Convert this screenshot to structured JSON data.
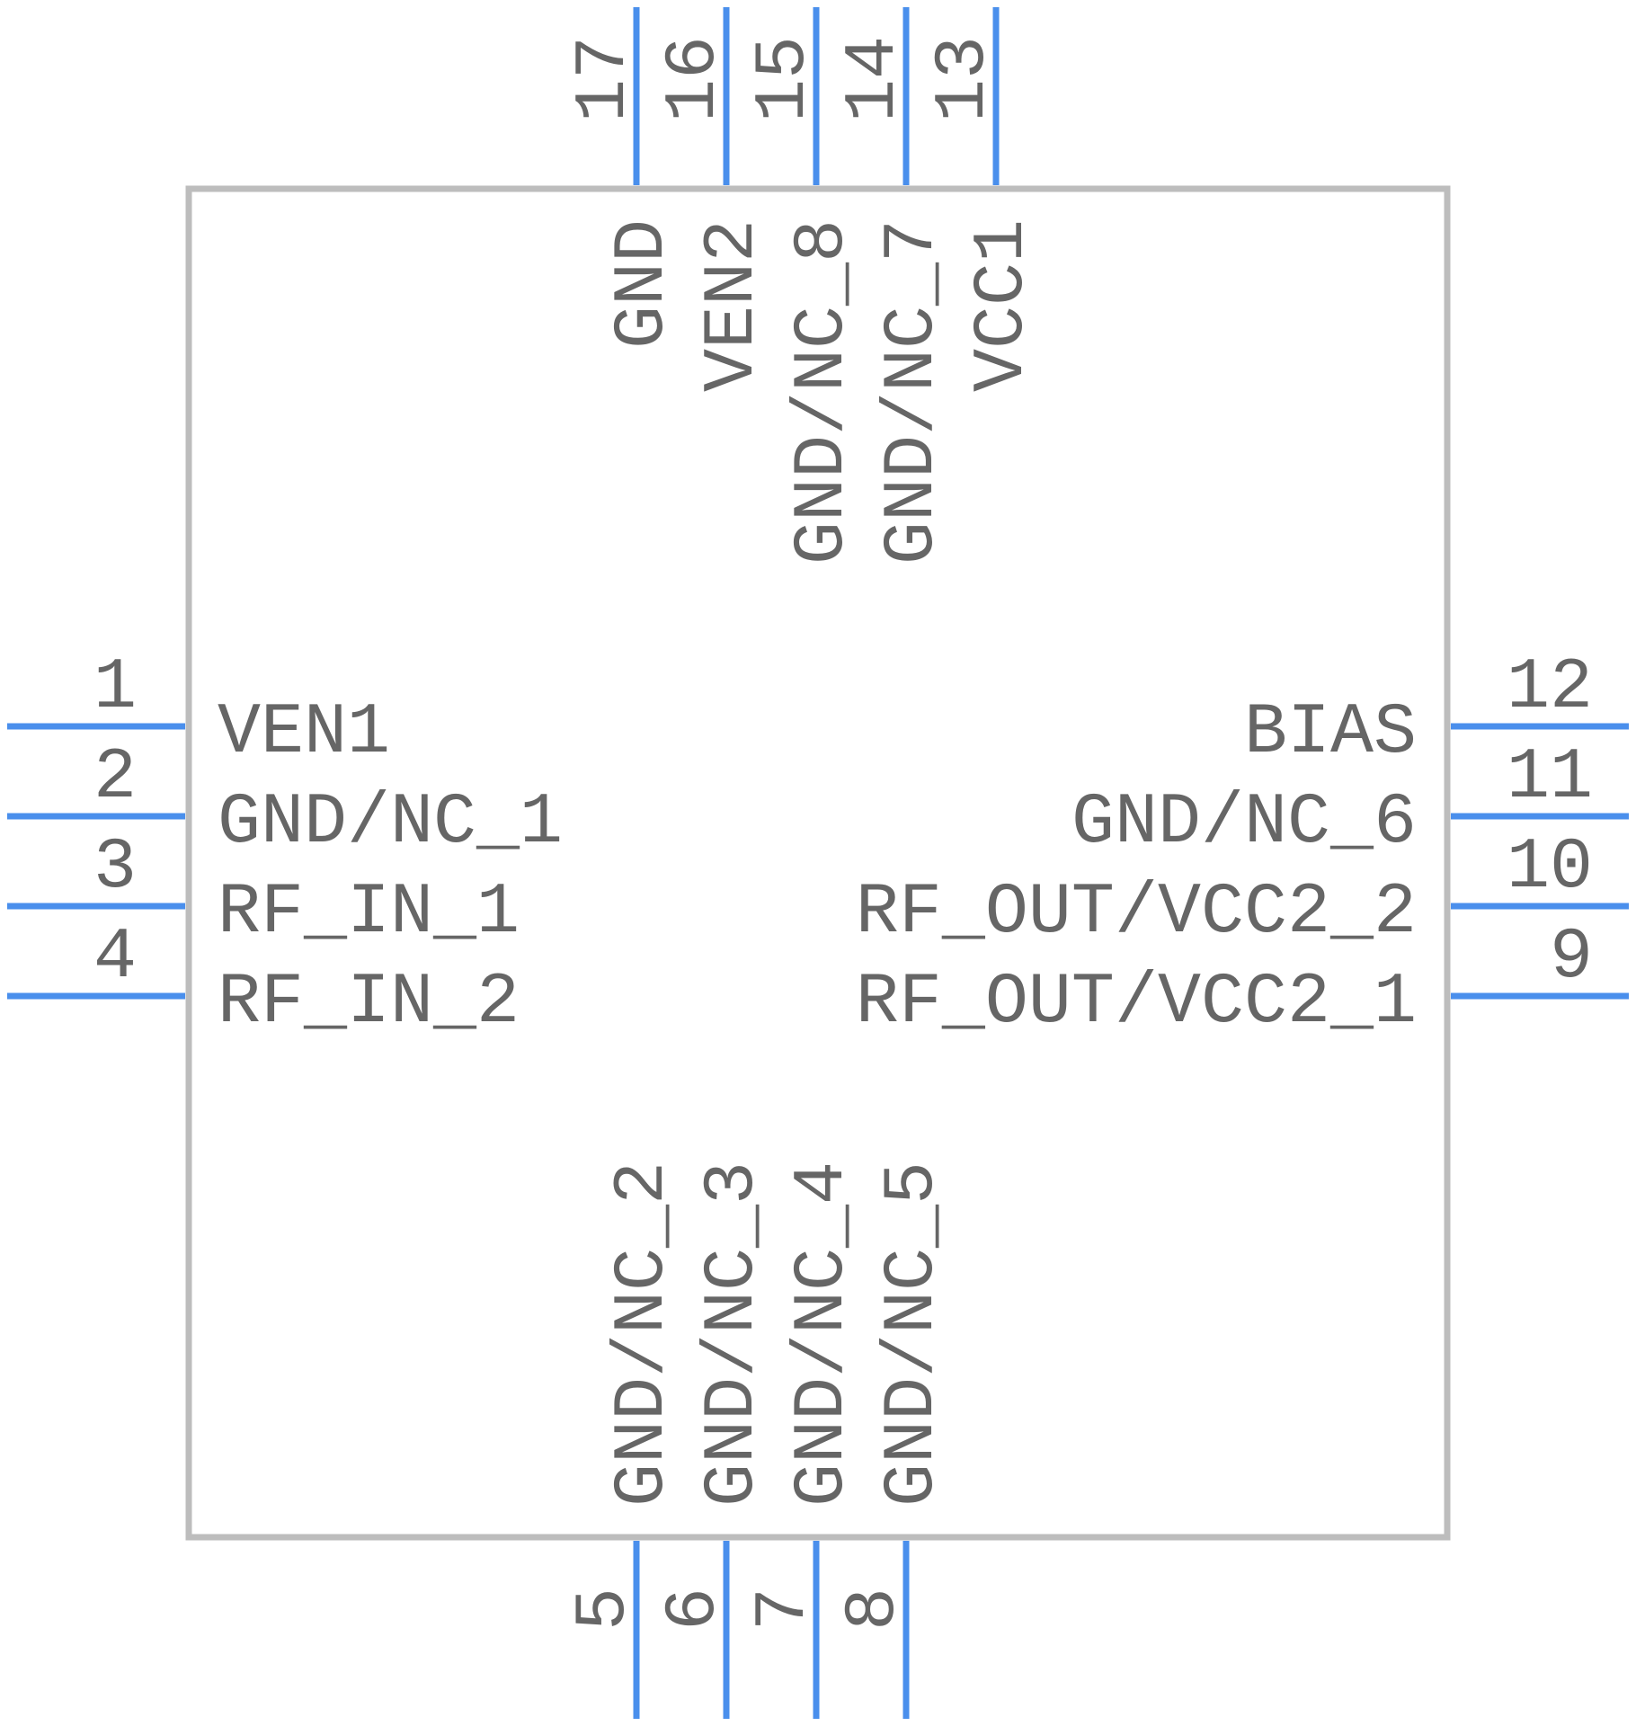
{
  "colors": {
    "body_outline": "#bdbdbd",
    "pin": "#4a8fec",
    "text": "#666666",
    "background": "#ffffff"
  },
  "pins": {
    "left": [
      {
        "number": "1",
        "name": "VEN1"
      },
      {
        "number": "2",
        "name": "GND/NC_1"
      },
      {
        "number": "3",
        "name": "RF_IN_1"
      },
      {
        "number": "4",
        "name": "RF_IN_2"
      }
    ],
    "bottom": [
      {
        "number": "5",
        "name": "GND/NC_2"
      },
      {
        "number": "6",
        "name": "GND/NC_3"
      },
      {
        "number": "7",
        "name": "GND/NC_4"
      },
      {
        "number": "8",
        "name": "GND/NC_5"
      }
    ],
    "right": [
      {
        "number": "9",
        "name": "RF_OUT/VCC2_1"
      },
      {
        "number": "10",
        "name": "RF_OUT/VCC2_2"
      },
      {
        "number": "11",
        "name": "GND/NC_6"
      },
      {
        "number": "12",
        "name": "BIAS"
      }
    ],
    "top": [
      {
        "number": "13",
        "name": "VCC1"
      },
      {
        "number": "14",
        "name": "GND/NC_7"
      },
      {
        "number": "15",
        "name": "GND/NC_8"
      },
      {
        "number": "16",
        "name": "VEN2"
      },
      {
        "number": "17",
        "name": "GND"
      }
    ]
  }
}
